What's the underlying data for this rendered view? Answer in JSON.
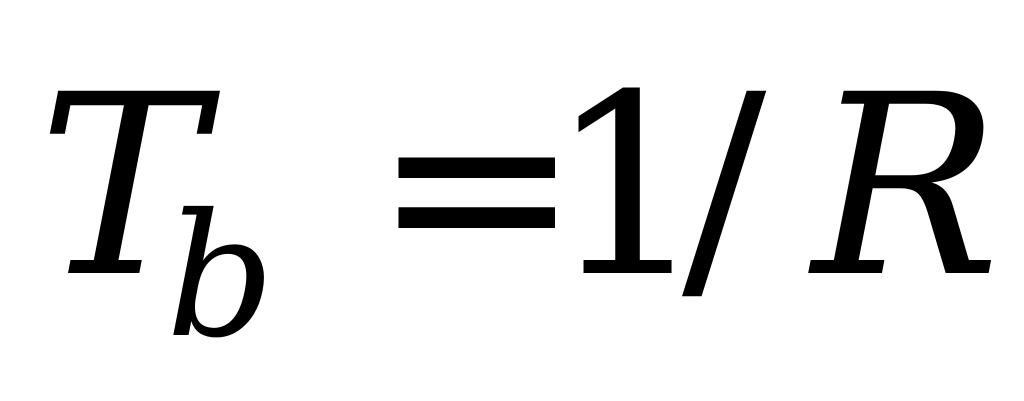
{
  "equation": {
    "lhs_variable": "T",
    "lhs_subscript": "b",
    "operator": "=",
    "numerator": "1",
    "divider": "/",
    "denominator": "R",
    "text_color": "#000000",
    "background_color": "#ffffff"
  }
}
